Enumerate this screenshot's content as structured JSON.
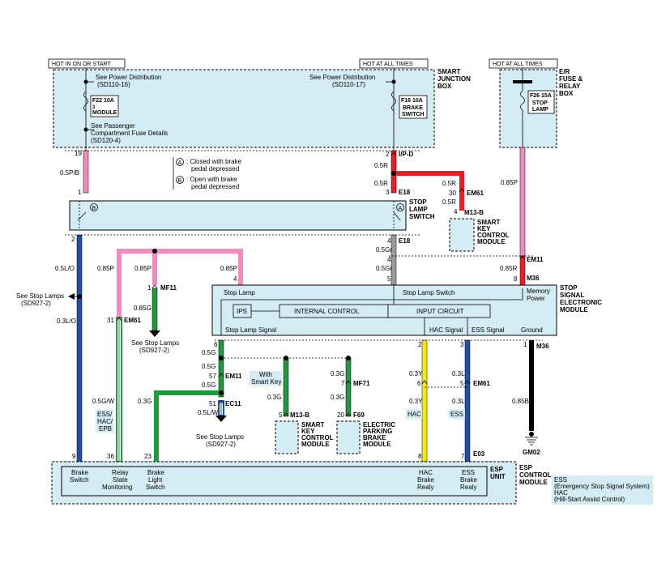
{
  "headers": {
    "hot_in_on_or_start": "HOT IN ON OR START",
    "hot_at_all_times_1": "HOT AT ALL TIMES",
    "hot_at_all_times_2": "HOT AT ALL TIMES"
  },
  "smart_junction_box": {
    "name_line1": "SMART",
    "name_line2": "JUNCTION",
    "name_line3": "BOX",
    "ref_left_1": "See Power Distribution",
    "ref_left_2": "(SD110-16)",
    "ref_right_1": "See Power Distribution",
    "ref_right_2": "(SD110-17)",
    "fuse_left_1": "F22 10A",
    "fuse_left_2": "3",
    "fuse_left_3": "MODULE",
    "fuse_right_1": "F16 10A",
    "fuse_right_2": "BRAKE",
    "fuse_right_3": "SWITCH",
    "ref_passenger_1": "See Passenger",
    "ref_passenger_2": "Compartment Fuse Details",
    "ref_passenger_3": "(SD120-4)"
  },
  "er_box": {
    "name_line1": "E/R",
    "name_line2": "FUSE &",
    "name_line3": "RELAY",
    "name_line4": "BOX",
    "fuse_1": "F26 15A",
    "fuse_2": "STOP",
    "fuse_3": "LAMP"
  },
  "switch_notes": {
    "a_sym": "A",
    "a_text_1": ": Closed with brake",
    "a_text_2": "pedal depressed",
    "b_sym": "B",
    "b_text_1": ": Open with brake",
    "b_text_2": "pedal depressed"
  },
  "stop_lamp_switch": {
    "name_line1": "STOP",
    "name_line2": "LAMP",
    "name_line3": "SWITCH",
    "conn_top": "E18",
    "conn_bottom": "E18"
  },
  "smart_key_top": {
    "conn": "M13-B",
    "conn_em61": "EM61",
    "name_1": "SMART",
    "name_2": "KEY",
    "name_3": "CONTROL",
    "name_4": "MODULE"
  },
  "ssem": {
    "name_1": "STOP",
    "name_2": "SIGNAL",
    "name_3": "ELECTRONIC",
    "name_4": "MODULE",
    "stop_lamp": "Stop Lamp",
    "stop_lamp_switch": "Stop Lamp Switch",
    "memory_1": "Memory",
    "memory_2": "Power",
    "ips": "IPS",
    "internal_control": "INTERNAL CONTROL",
    "input_circuit": "INPUT CIRCUIT",
    "stop_lamp_signal": "Stop Lamp Signal",
    "hac_signal": "HAC Signal",
    "ess_signal": "ESS Signal",
    "ground": "Ground",
    "conn": "M36",
    "conn_ground": "M36"
  },
  "refs": {
    "see_stop_lamps_1": "See Stop Lamps",
    "see_stop_lamps_1b": "(SD927-2)",
    "see_stop_lamps_2": "See Stop Lamps",
    "see_stop_lamps_2b": "(SD927-2)",
    "see_stop_lamps_3": "See Stop Lamps",
    "see_stop_lamps_3b": "(SD927-2)"
  },
  "connectors": {
    "ip_d": "I/P-D",
    "em11_a": "EM11",
    "em61_a": "EM61",
    "mf11": "MF11",
    "em11_b": "EM11",
    "ec11": "EC11",
    "m13b_bottom": "M13-B",
    "mf71": "MF71",
    "f69": "F69",
    "em61_b": "EM61",
    "e03": "E03",
    "gm02": "GM02"
  },
  "wires": {
    "w_05pb": "0.5P/B",
    "w_05r_1": "0.5R",
    "w_05r_2": "0.5R",
    "w_05r_3": "0.5R",
    "w_05r_4": "0.5R",
    "w_085p_er": "0.85P",
    "w_05lo": "0.5L/O",
    "w_085p_a": "0.85P",
    "w_085p_b": "0.85P",
    "w_085p_c": "0.85P",
    "w_05gr_1": "0.5Gr",
    "w_05gr_2": "0.5Gr",
    "w_085r": "0.85R",
    "w_03lo": "0.3L/O",
    "w_085g": "0.85G",
    "w_05g_1": "0.5G",
    "w_05g_2": "0.5G",
    "w_05g_3": "0.5G",
    "w_03g_1": "0.3G",
    "w_03g_2": "0.3G",
    "w_03g_3": "0.3G",
    "w_03g_4": "0.3G",
    "w_05gw": "0.5G/W",
    "w_05lw": "0.5L/W",
    "w_03y_1": "0.3Y",
    "w_03y_2": "0.3Y",
    "w_03l_1": "0.3L",
    "w_03l_2": "0.3L",
    "w_085b": "0.85B"
  },
  "pins": {
    "p19": "19",
    "p1": "1",
    "p2_top": "2",
    "p3": "3",
    "p30": "30",
    "p4_sk": "4",
    "p2_sw": "2",
    "p4_sw": "4",
    "p4_b": "4",
    "p5": "5",
    "p8": "8",
    "p4_ss": "4",
    "p1_mf11": "1",
    "p31": "31",
    "p6": "6",
    "p57": "57",
    "p51": "51",
    "p5_m13": "5",
    "p7": "7",
    "p20": "20",
    "p2_hac": "2",
    "p6_hac": "6",
    "p3_ess": "3",
    "p5_ess": "5",
    "p1_gnd": "1",
    "p9": "9",
    "p36": "36",
    "p23": "23",
    "p8_esp": "8",
    "p7_esp": "7"
  },
  "labels": {
    "with_smart_key_1": "With",
    "with_smart_key_2": "Smart Key",
    "ess_hac_epb_1": "ESS/",
    "ess_hac_epb_2": "HAC/",
    "ess_hac_epb_3": "EPB",
    "hac": "HAC",
    "ess": "ESS"
  },
  "smart_key_bottom": {
    "name_1": "SMART",
    "name_2": "KEY",
    "name_3": "CONTROL",
    "name_4": "MODULE"
  },
  "epb": {
    "name_1": "ELECTRIC",
    "name_2": "PARKING",
    "name_3": "BRAKE",
    "name_4": "MODULE"
  },
  "esp": {
    "name_1": "ESP",
    "name_2": "CONTROL",
    "name_3": "MODULE",
    "unit_1": "ESP",
    "unit_2": "UNIT",
    "brake_switch_1": "Brake",
    "brake_switch_2": "Switch",
    "relay_1": "Relay",
    "relay_2": "State",
    "relay_3": "Monitoring",
    "blight_1": "Brake",
    "blight_2": "Light",
    "blight_3": "Switch",
    "hac_1": "HAC",
    "hac_2": "Brake",
    "hac_3": "Realy",
    "ess_1": "ESS",
    "ess_2": "Brake",
    "ess_3": "Realy"
  },
  "legend": {
    "line1": "ESS",
    "line2": "(Emergency Stop Signal System)",
    "line3": "HAC",
    "line4": "(Hill-Start Assist Control)"
  },
  "colors": {
    "pink": "#f28cbf",
    "red": "#ee1c24",
    "gray": "#9a9a9a",
    "green": "#1f9a3f",
    "blue": "#1f4fa8",
    "yellow": "#f5ec00",
    "black": "#000000",
    "module_fill": "#d4ecf3"
  }
}
